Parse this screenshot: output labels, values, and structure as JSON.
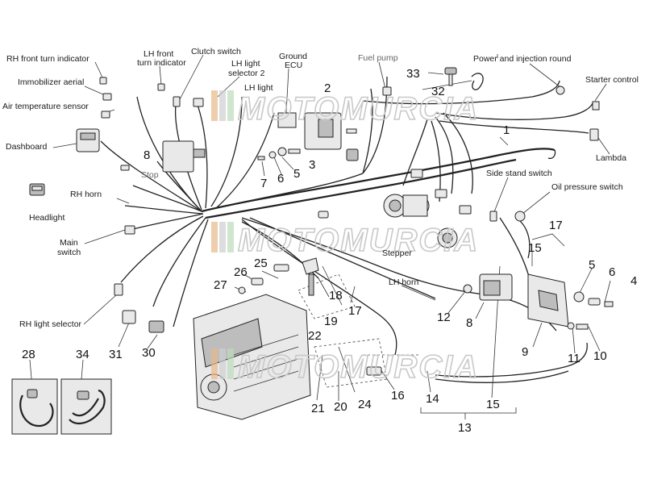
{
  "labels": {
    "rh_front_turn": "RH front turn indicator",
    "lh_front_turn_1": "LH front",
    "lh_front_turn_2": "turn indicator",
    "clutch_switch": "Clutch switch",
    "lh_light_selector_1": "LH light",
    "lh_light_selector_2": "selector 2",
    "lh_light_partial": "LH light",
    "ground_1": "Ground",
    "ground_2": "ECU",
    "fuel_pump": "Fuel pump",
    "power_injection_round": "Power and injection round",
    "starter_control": "Starter control",
    "immobilizer_aerial": "Immobilizer aerial",
    "air_temp_sensor": "Air temperature sensor",
    "dashboard": "Dashboard",
    "stop": "Stop",
    "rh_horn": "RH horn",
    "headlight": "Headlight",
    "main_switch_1": "Main",
    "main_switch_2": "switch",
    "rh_light_selector": "RH light selector",
    "lambda": "Lambda",
    "side_stand_switch": "Side stand switch",
    "oil_pressure_switch": "Oil pressure switch",
    "stepper": "Stepper",
    "lh_horn": "LH horn"
  },
  "watermark": "MOTOMURCIA",
  "numbers": {
    "n1": "1",
    "n2": "2",
    "n3": "3",
    "n4": "4",
    "n5": "5",
    "n5b": "5",
    "n6": "6",
    "n6b": "6",
    "n7": "7",
    "n8": "8",
    "n8b": "8",
    "n9": "9",
    "n10": "10",
    "n11": "11",
    "n12": "12",
    "n13": "13",
    "n14": "14",
    "n15": "15",
    "n15b": "15",
    "n16": "16",
    "n17": "17",
    "n17b": "17",
    "n18": "18",
    "n19": "19",
    "n20": "20",
    "n21": "21",
    "n22": "22",
    "n24": "24",
    "n25": "25",
    "n26": "26",
    "n27": "27",
    "n28": "28",
    "n30": "30",
    "n31": "31",
    "n32": "32",
    "n33": "33",
    "n34": "34"
  },
  "colors": {
    "ink": "#222222",
    "watermark_stroke": "#c9c9c9",
    "watermark_bar": "#e0a060"
  }
}
